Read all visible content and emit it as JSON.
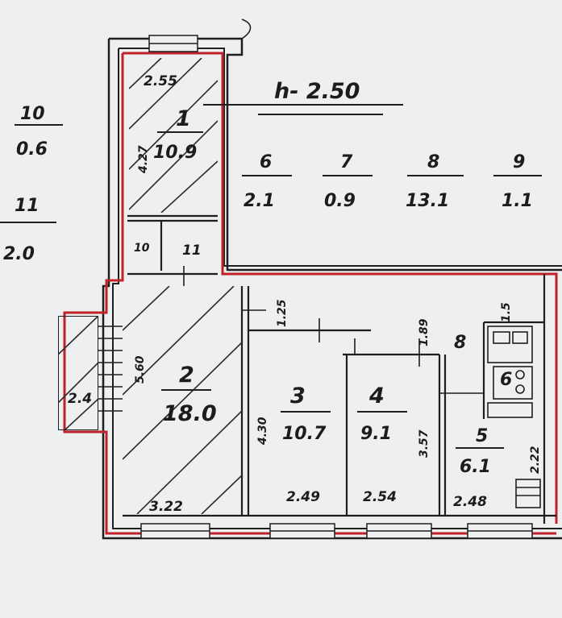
{
  "height_label": "h- 2.50",
  "outside_rooms": [
    {
      "num": "10",
      "area": "0.6"
    },
    {
      "num": "11",
      "area": "2.0"
    }
  ],
  "legend_rooms": [
    {
      "num": "6",
      "area": "2.1"
    },
    {
      "num": "7",
      "area": "0.9"
    },
    {
      "num": "8",
      "area": "13.1"
    },
    {
      "num": "9",
      "area": "1.1"
    }
  ],
  "rooms": [
    {
      "num": "1",
      "area": "10.9",
      "width": "2.55",
      "depth": "4.27"
    },
    {
      "num": "2",
      "area": "18.0",
      "width": "3.22",
      "depth": "5.60"
    },
    {
      "num": "3",
      "area": "10.7",
      "width": "2.49",
      "depth": "4.30"
    },
    {
      "num": "4",
      "area": "9.1",
      "width": "2.54",
      "depth": "3.57"
    },
    {
      "num": "5",
      "area": "6.1",
      "width": "2.48",
      "depth": "2.22"
    }
  ],
  "small_labels": {
    "r10": "10",
    "r11": "11",
    "r6": "6",
    "r8": "8",
    "dim_1_25": "1.25",
    "dim_1_89": "1.89",
    "dim_1_5": "1.5",
    "dim_2_4": "2.4"
  }
}
